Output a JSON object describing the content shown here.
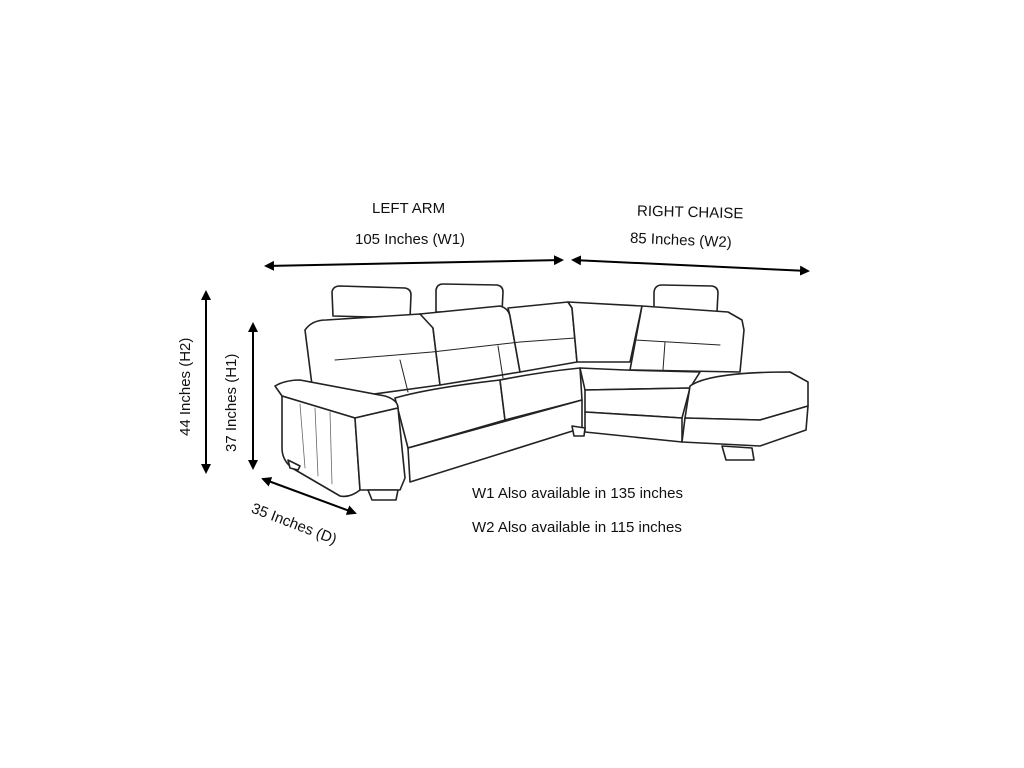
{
  "diagram": {
    "type": "product-dimension-sketch",
    "subject": "L-shaped sectional sofa with right chaise",
    "sections": {
      "left": {
        "title": "LEFT ARM",
        "dimension": "105 Inches (W1)"
      },
      "right": {
        "title": "RIGHT CHAISE",
        "dimension": "85 Inches (W2)"
      }
    },
    "heights": {
      "h2": "44 Inches (H2)",
      "h1": "37 Inches (H1)"
    },
    "depth": "35 Inches (D)",
    "notes": [
      "W1 Also available in 135 inches",
      "W2 Also available in 115 inches"
    ]
  }
}
